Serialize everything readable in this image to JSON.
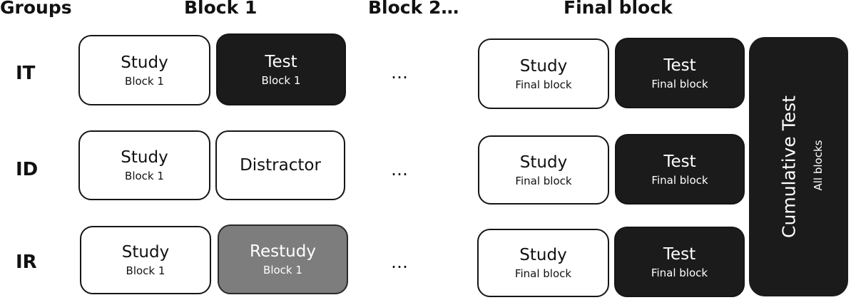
{
  "headers": {
    "groups": "Groups",
    "block1": "Block 1",
    "block2": "Block 2…",
    "final": "Final block"
  },
  "dots": "…",
  "rows": [
    {
      "group": "IT",
      "block1": [
        {
          "main": "Study",
          "sub": "Block 1",
          "fill": "white"
        },
        {
          "main": "Test",
          "sub": "Block 1",
          "fill": "black"
        }
      ],
      "final": [
        {
          "main": "Study",
          "sub": "Final block",
          "fill": "white"
        },
        {
          "main": "Test",
          "sub": "Final block",
          "fill": "black"
        }
      ]
    },
    {
      "group": "ID",
      "block1": [
        {
          "main": "Study",
          "sub": "Block 1",
          "fill": "white"
        },
        {
          "main": "Distractor",
          "sub": "",
          "fill": "white"
        }
      ],
      "final": [
        {
          "main": "Study",
          "sub": "Final block",
          "fill": "white"
        },
        {
          "main": "Test",
          "sub": "Final block",
          "fill": "black"
        }
      ]
    },
    {
      "group": "IR",
      "block1": [
        {
          "main": "Study",
          "sub": "Block 1",
          "fill": "white"
        },
        {
          "main": "Restudy",
          "sub": "Block 1",
          "fill": "gray"
        }
      ],
      "final": [
        {
          "main": "Study",
          "sub": "Final block",
          "fill": "white"
        },
        {
          "main": "Test",
          "sub": "Final block",
          "fill": "black"
        }
      ]
    }
  ],
  "cumulative": {
    "main": "Cumulative Test",
    "sub": "All blocks",
    "fill": "black"
  },
  "colors": {
    "white_box": "#ffffff",
    "black_box": "#1b1b1b",
    "gray_box": "#7d7d7d",
    "border": "#151515"
  }
}
